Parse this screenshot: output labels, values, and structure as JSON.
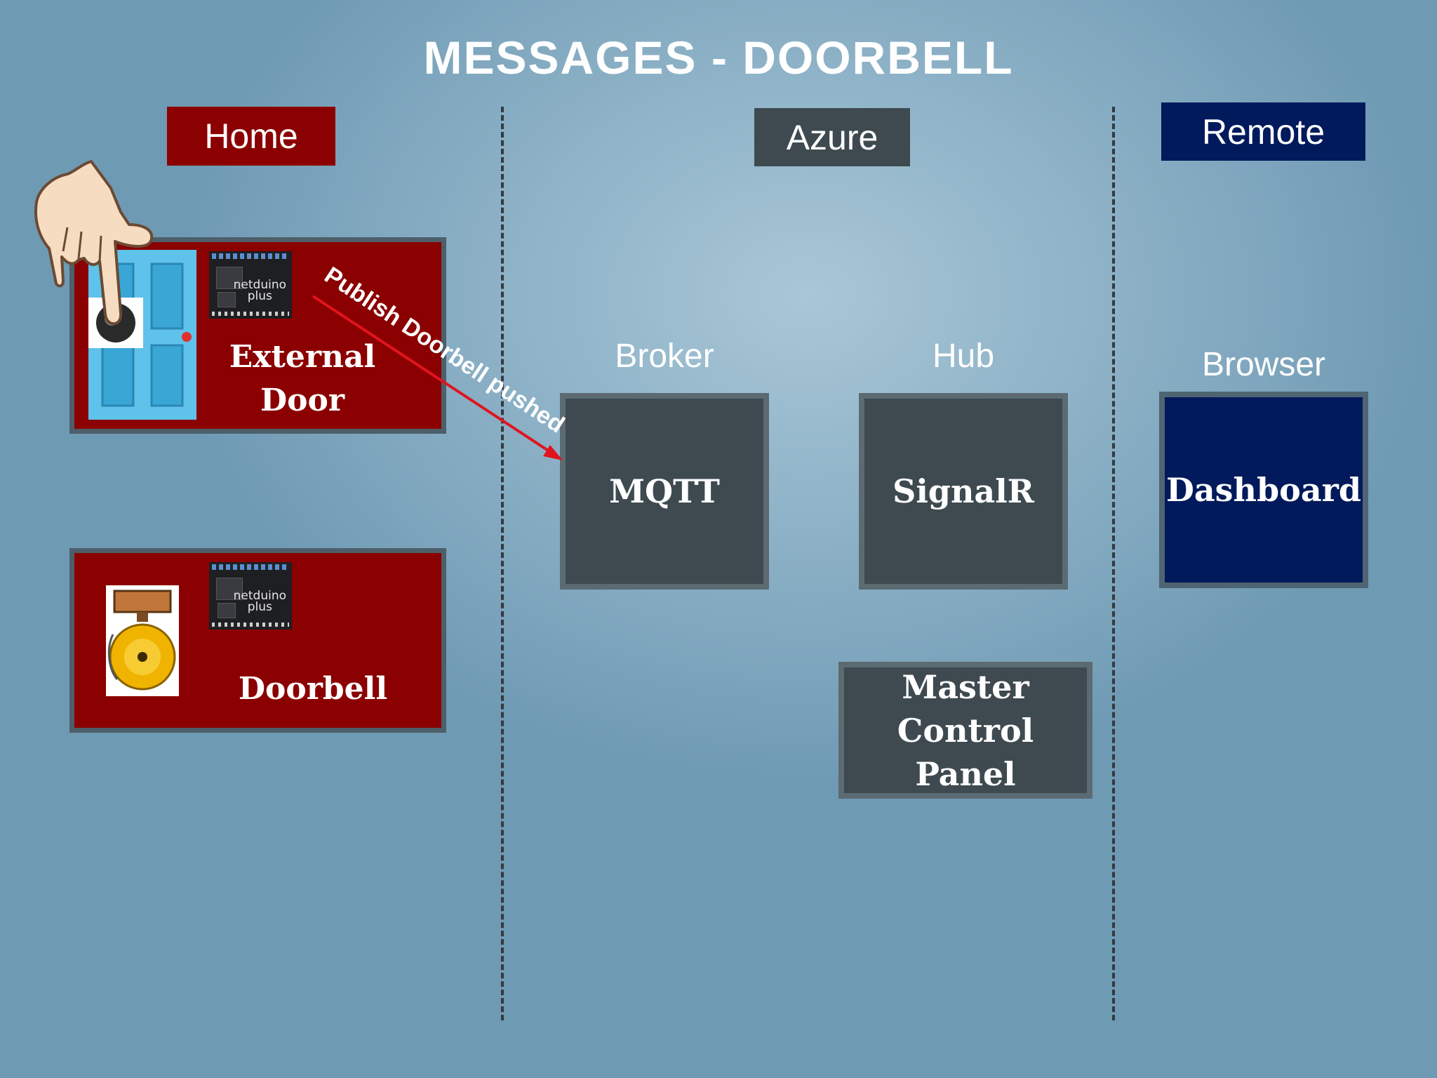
{
  "title": "MESSAGES - DOORBELL",
  "zones": {
    "home": {
      "label": "Home",
      "color": "#8b0000"
    },
    "azure": {
      "label": "Azure",
      "color": "#3e4a50"
    },
    "remote": {
      "label": "Remote",
      "color": "#001a5c"
    }
  },
  "devices": {
    "external_door": {
      "label_line1": "External",
      "label_line2": "Door"
    },
    "doorbell": {
      "label": "Doorbell"
    },
    "board_text_line1": "netduino",
    "board_text_line2": "plus"
  },
  "captions": {
    "broker": "Broker",
    "hub": "Hub",
    "browser": "Browser"
  },
  "boxes": {
    "mqtt": "MQTT",
    "signalr": "SignalR",
    "master_line1": "Master",
    "master_line2": "Control Panel",
    "dashboard": "Dashboard"
  },
  "arrow": {
    "label": "Publish Doorbell pushed",
    "color": "#e0141e"
  }
}
